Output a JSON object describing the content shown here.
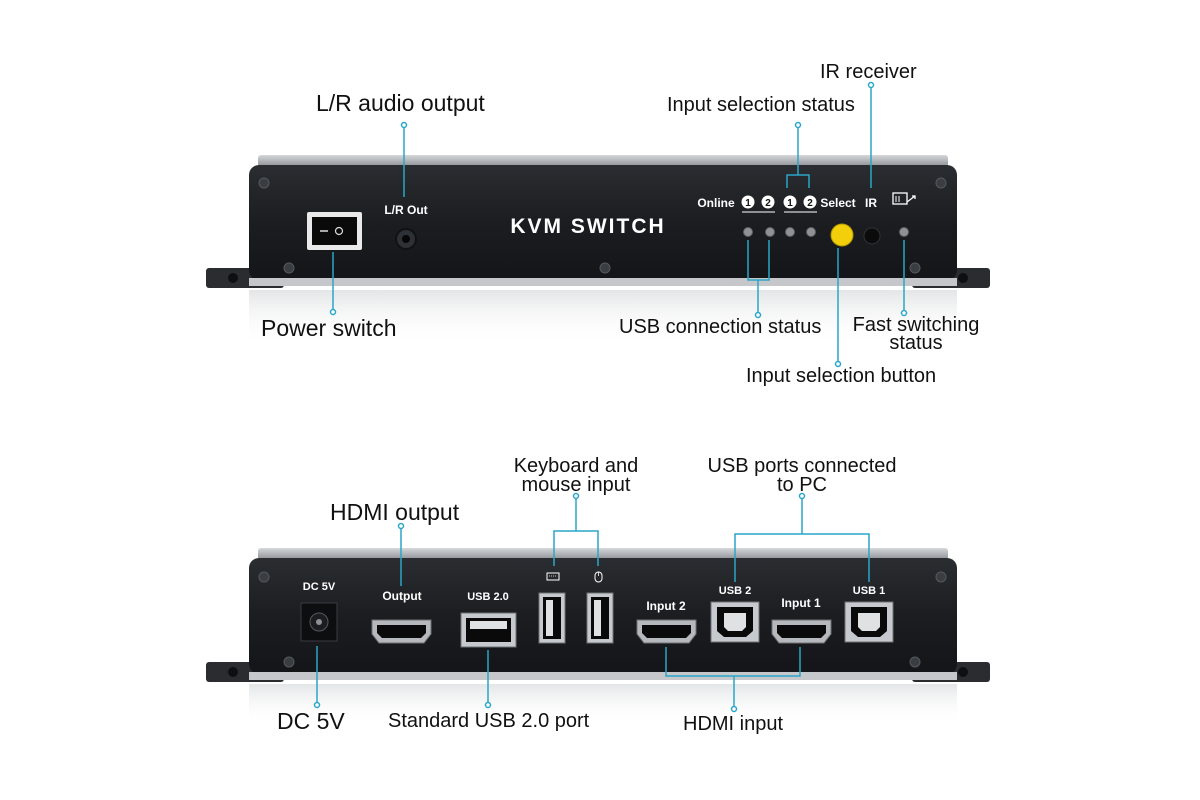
{
  "front": {
    "device_title": "KVM SWITCH",
    "lr_out_label": "L/R Out",
    "online_label": "Online",
    "select_label": "Select",
    "ir_label": "IR",
    "num_1": "1",
    "num_2": "2"
  },
  "back": {
    "dc5v_label": "DC 5V",
    "output_label": "Output",
    "usb20_label": "USB 2.0",
    "input2_label": "Input 2",
    "input1_label": "Input 1",
    "usb2_label": "USB 2",
    "usb1_label": "USB 1"
  },
  "callouts": {
    "lr_audio_output": "L/R audio output",
    "input_selection_status": "Input selection status",
    "ir_receiver": "IR receiver",
    "power_switch": "Power switch",
    "usb_connection_status": "USB connection status",
    "fast_switching_status": "Fast switching\nstatus",
    "input_selection_button": "Input selection button",
    "hdmi_output": "HDMI output",
    "keyboard_mouse_input": "Keyboard and\nmouse input",
    "usb_ports_pc": "USB ports connected\nto PC",
    "dc_5v": "DC 5V",
    "standard_usb": "Standard USB 2.0 port",
    "hdmi_input": "HDMI input"
  },
  "colors": {
    "leader": "#2aa6c8",
    "body": "#1d1f22",
    "silver": "#b9bcc0",
    "select_button": "#f2cf0a"
  }
}
